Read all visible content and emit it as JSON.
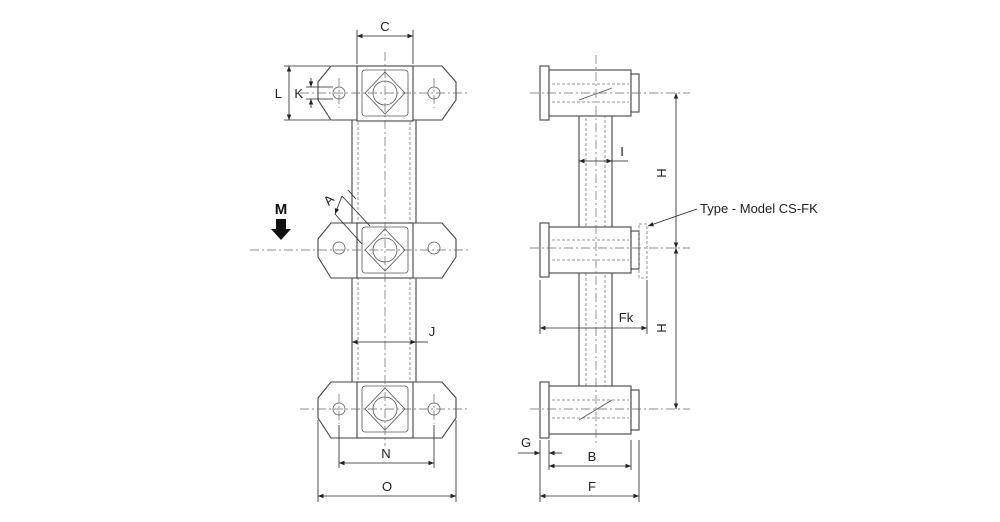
{
  "labels": {
    "C": "C",
    "L": "L",
    "K": "K",
    "A": "A",
    "M": "M",
    "J": "J",
    "N": "N",
    "O": "O",
    "I": "I",
    "H1": "H",
    "H2": "H",
    "Fk": "Fk",
    "G": "G",
    "B": "B",
    "F": "F",
    "callout": "Type - Model CS-FK"
  }
}
